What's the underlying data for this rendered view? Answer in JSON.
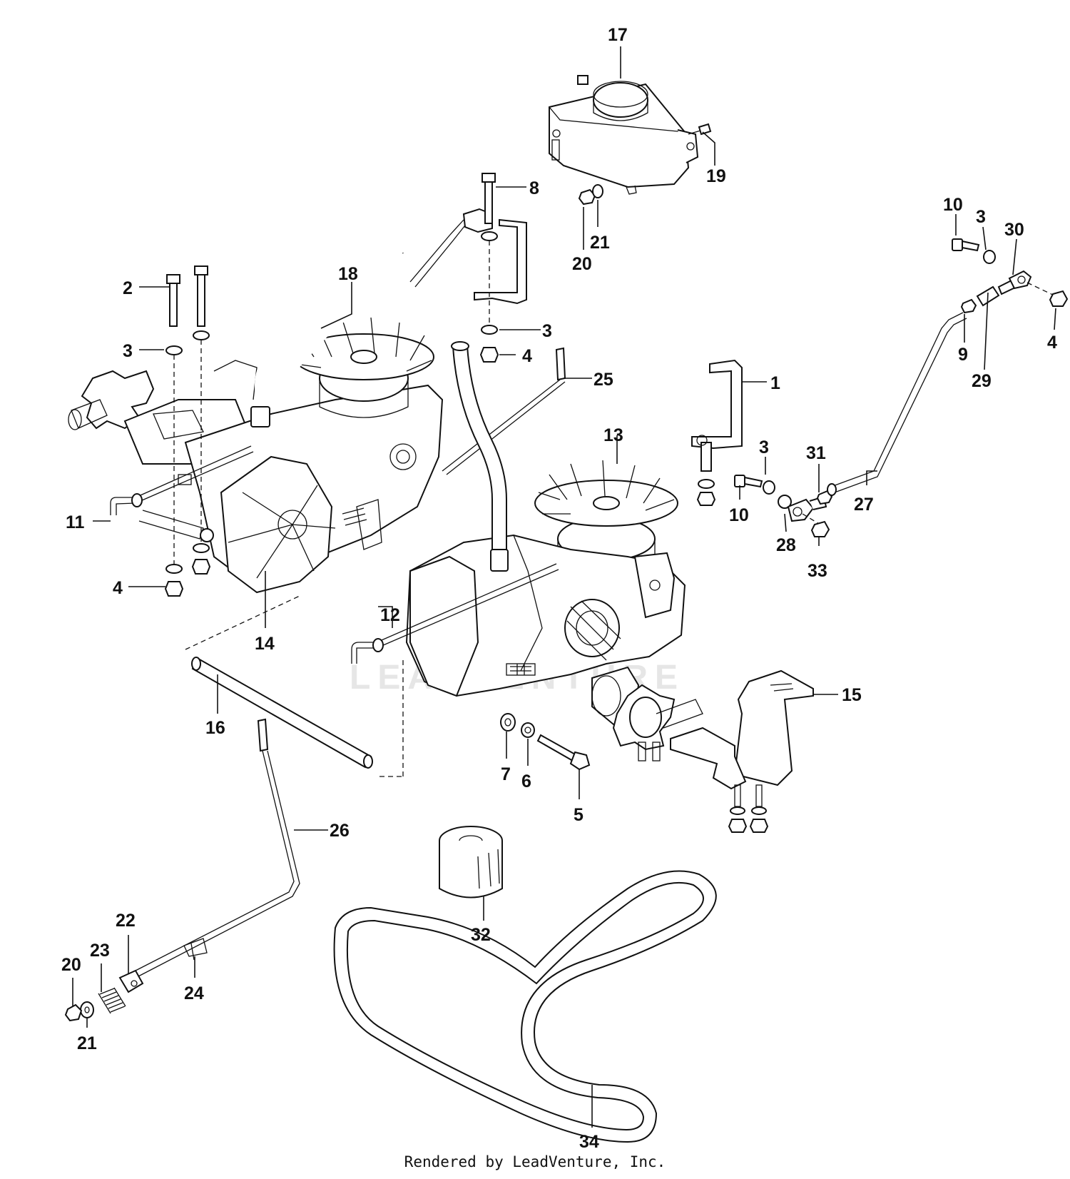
{
  "watermark": "LEADVENTURE",
  "footer": "Rendered by LeadVenture, Inc.",
  "callouts": [
    "17",
    "19",
    "20",
    "21",
    "8",
    "18",
    "2",
    "3",
    "3",
    "4",
    "10",
    "3",
    "30",
    "4",
    "9",
    "29",
    "25",
    "1",
    "13",
    "3",
    "31",
    "10",
    "28",
    "33",
    "27",
    "11",
    "4",
    "14",
    "12",
    "15",
    "16",
    "7",
    "6",
    "5",
    "26",
    "22",
    "23",
    "20",
    "21",
    "24",
    "32",
    "34"
  ]
}
